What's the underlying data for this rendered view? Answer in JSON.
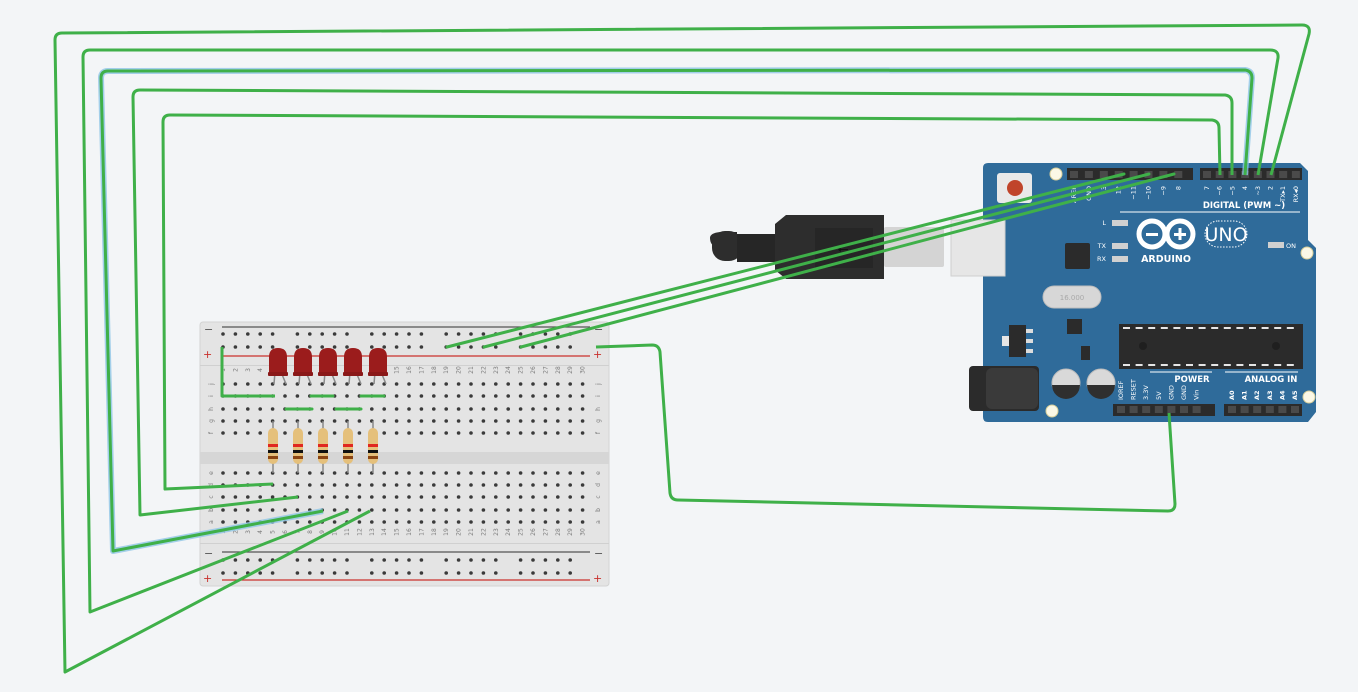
{
  "app": {
    "title": "Circuit simulator canvas",
    "background_color": "#f3f5f7"
  },
  "colors": {
    "wire": "#3fb049",
    "wire_selected_glow": "#8ec5e6",
    "arduino_board": "#2f6b9a",
    "breadboard": "#e4e4e4",
    "rail_positive": "#c9302c",
    "rail_negative": "#555555",
    "led": "#9b1c1c",
    "resistor_body": "#e5c07b"
  },
  "arduino": {
    "name": "ARDUINO",
    "model": "UNO",
    "digital_header_label": "DIGITAL (PWM ~)",
    "power_header_label": "POWER",
    "analog_header_label": "ANALOG IN",
    "on_label": "ON",
    "led_labels": [
      "L",
      "TX",
      "RX"
    ],
    "crystal_label": "16.000",
    "digital_pins": [
      "AREF",
      "GND",
      "13",
      "12",
      "~11",
      "~10",
      "~9",
      "8",
      "7",
      "~6",
      "~5",
      "4",
      "~3",
      "2",
      "TX▸1",
      "RX◂0"
    ],
    "power_pins": [
      "IOREF",
      "RESET",
      "3.3V",
      "5V",
      "GND",
      "GND",
      "Vin"
    ],
    "analog_pins": [
      "A0",
      "A1",
      "A2",
      "A3",
      "A4",
      "A5"
    ]
  },
  "breadboard": {
    "columns": [
      "1",
      "2",
      "3",
      "4",
      "5",
      "6",
      "7",
      "8",
      "9",
      "10",
      "11",
      "12",
      "13",
      "14",
      "15",
      "16",
      "17",
      "18",
      "19",
      "20",
      "21",
      "22",
      "23",
      "24",
      "25",
      "26",
      "27",
      "28",
      "29",
      "30"
    ],
    "top_rows": [
      "j",
      "i",
      "h",
      "g",
      "f"
    ],
    "bottom_rows": [
      "e",
      "d",
      "c",
      "b",
      "a"
    ],
    "rail_minus": "−",
    "rail_plus": "+"
  },
  "components": {
    "leds": [
      {
        "id": "led1",
        "color": "red"
      },
      {
        "id": "led2",
        "color": "red"
      },
      {
        "id": "led3",
        "color": "red"
      },
      {
        "id": "led4",
        "color": "red"
      },
      {
        "id": "led5",
        "color": "red"
      }
    ],
    "resistors": [
      {
        "id": "r1"
      },
      {
        "id": "r2"
      },
      {
        "id": "r3"
      },
      {
        "id": "r4"
      },
      {
        "id": "r5"
      }
    ]
  },
  "wires": [
    {
      "from": "breadboard d5",
      "to": "pin ~6"
    },
    {
      "from": "breadboard c7",
      "to": "pin ~5"
    },
    {
      "from": "breadboard b9",
      "to": "pin 4",
      "selected": true
    },
    {
      "from": "breadboard b11",
      "to": "pin ~3"
    },
    {
      "from": "breadboard b13",
      "to": "pin 2"
    },
    {
      "from": "top + rail",
      "to": "pin 13"
    },
    {
      "from": "top + rail",
      "to": "pin ~11"
    },
    {
      "from": "top + rail",
      "to": "pin ~9"
    },
    {
      "from": "top + rail",
      "to": "5V"
    }
  ]
}
